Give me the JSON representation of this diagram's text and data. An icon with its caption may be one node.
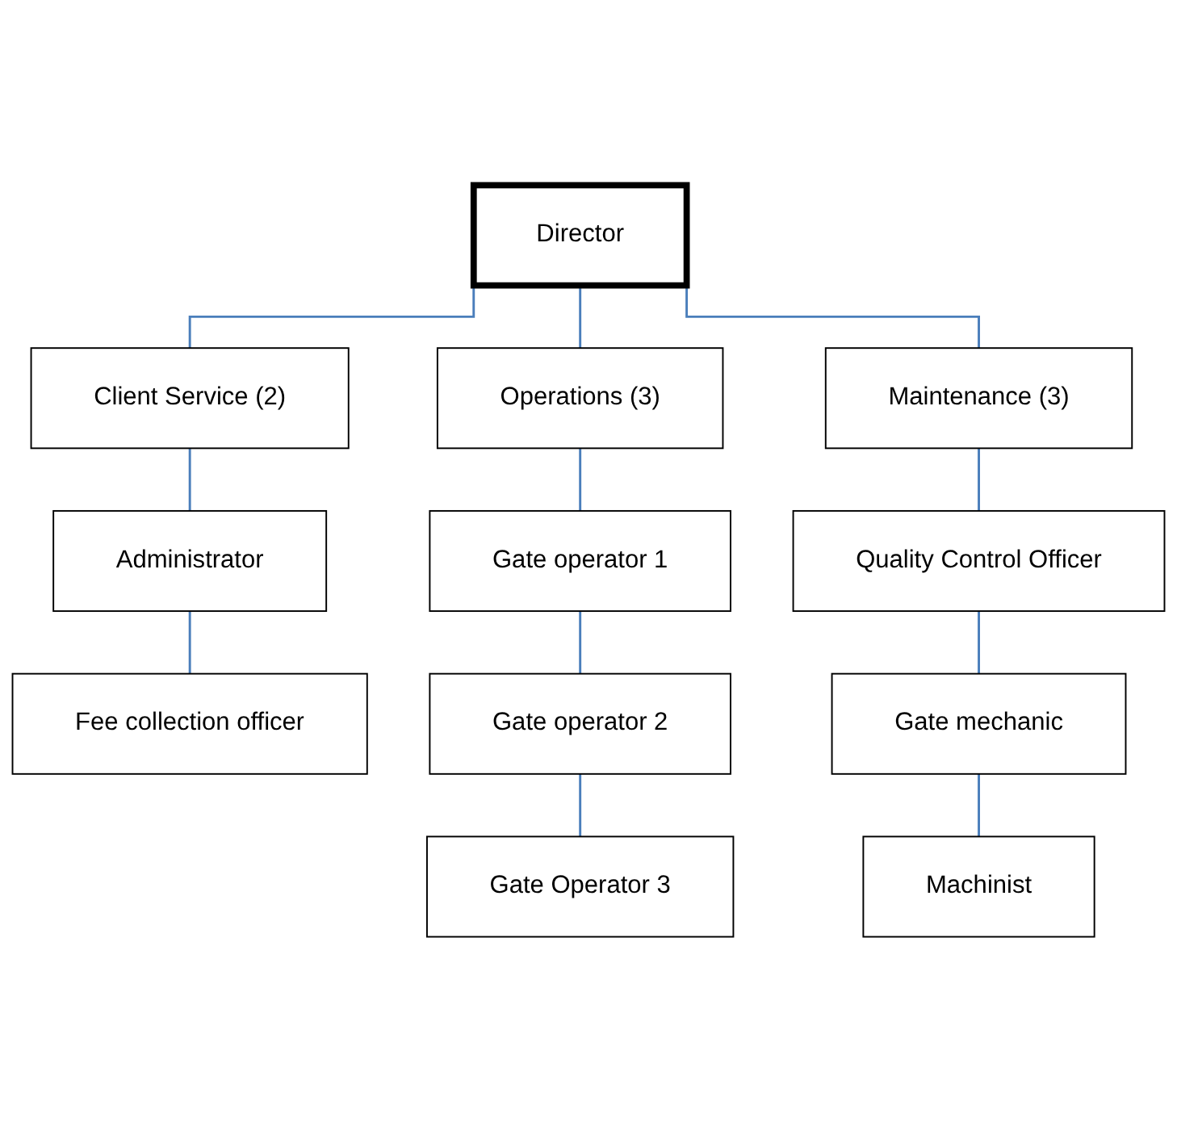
{
  "diagram": {
    "nodes": [
      {
        "text": [
          "Director"
        ]
      },
      {
        "text": [
          "Client Service (2)"
        ]
      },
      {
        "text": [
          "Operations (3)"
        ]
      },
      {
        "text": [
          "Maintenance (3)"
        ]
      },
      {
        "text": [
          "Administrator"
        ]
      },
      {
        "text": [
          "Fee collection officer"
        ]
      },
      {
        "text": [
          "Gate operator 1"
        ]
      },
      {
        "text": [
          "Gate operator 2"
        ]
      },
      {
        "text": [
          "Gate Operator 3"
        ]
      },
      {
        "text": [
          "Quality Control Officer"
        ]
      },
      {
        "text": [
          "Gate mechanic"
        ]
      },
      {
        "text": [
          "Machinist"
        ]
      }
    ],
    "edges": [
      {
        "from": 0,
        "to": 1,
        "arrow": "none"
      },
      {
        "from": 0,
        "to": 2,
        "arrow": "none"
      },
      {
        "from": 0,
        "to": 3,
        "arrow": "none"
      },
      {
        "from": 1,
        "to": 4,
        "arrow": "none"
      },
      {
        "from": 4,
        "to": 5,
        "arrow": "none"
      },
      {
        "from": 2,
        "to": 6,
        "arrow": "none"
      },
      {
        "from": 6,
        "to": 7,
        "arrow": "none"
      },
      {
        "from": 7,
        "to": 8,
        "arrow": "none"
      },
      {
        "from": 3,
        "to": 9,
        "arrow": "none"
      },
      {
        "from": 9,
        "to": 10,
        "arrow": "none"
      },
      {
        "from": 10,
        "to": 11,
        "arrow": "none"
      }
    ]
  }
}
